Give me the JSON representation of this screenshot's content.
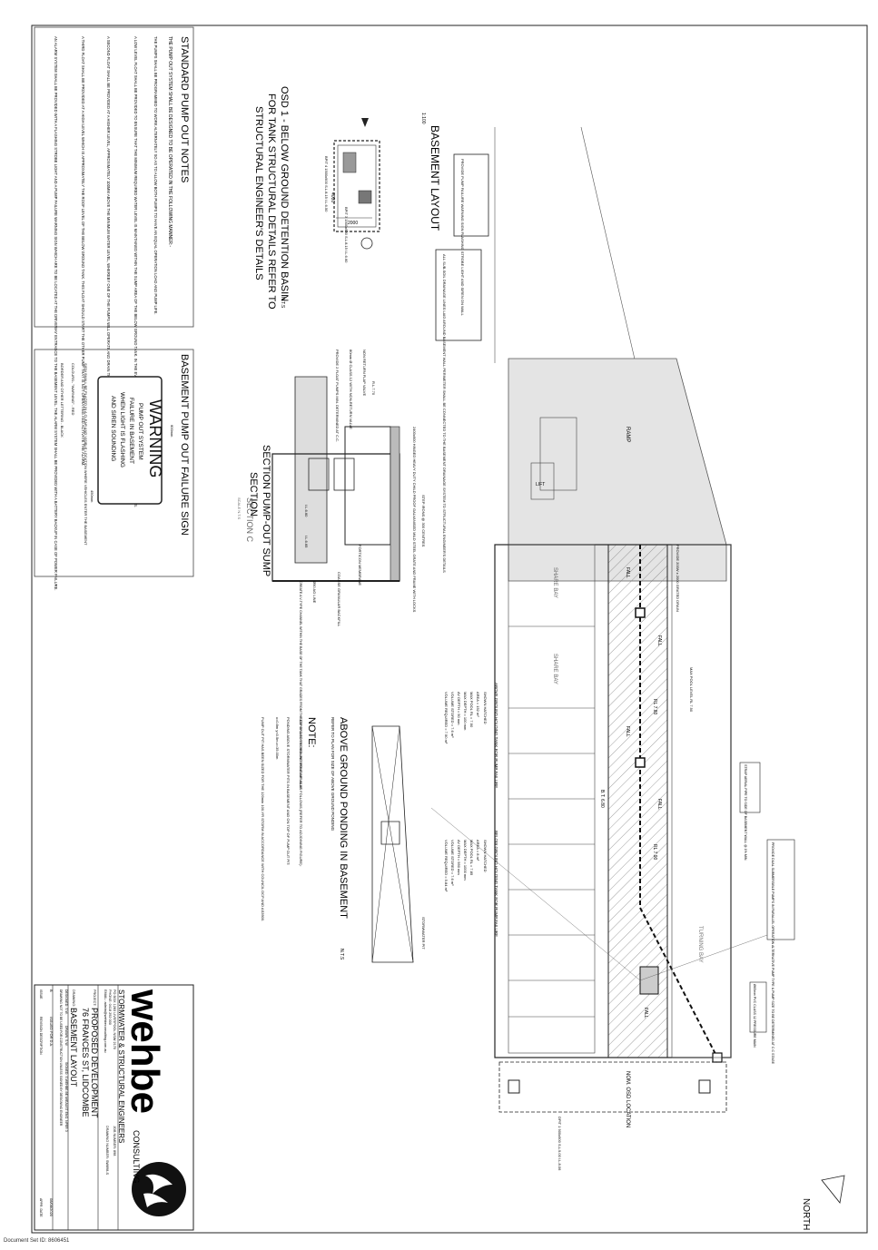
{
  "sheet": {
    "document_id": "Document Set ID: 8606451"
  },
  "notes": {
    "title": "STANDARD PUMP OUT NOTES",
    "intro": "THE PUMP OUT SYSTEM SHALL BE DESIGNED TO BE OPERATED IN THE FOLLOWING MANNER:-",
    "items": [
      "THE PUMPS SHALL BE PROGRAMMED TO WORK ALTERNATELY SO AS TO ALLOW BOTH PUMPS TO HAVE AN EQUAL OPERATION LOAD AND PUMP LIFE.",
      "A LOW LEVEL FLOAT SHALL BE PROVIDED TO ENSURE THAT THE MINIMUM REQUIRED WATER LEVEL IS MAINTAINED WITHIN THE SUMP AREA OF THE BELOW GROUND TANK. IN THE EVENT THIS FLOAT WILL FUNCTION AS AN OFF SWITCH FOR THE PUMPS.",
      "A SECOND FLOAT SHALL BE PROVIDED AT A HIGHER LEVEL, APPROXIMATELY 100MM ABOVE THE MINIMUM WATER LEVEL, WHEREBY ONE OF THE PUMPS WILL OPERATE AND DRAIN THE TANK TO THE LEVEL OF THE LOW LEVEL FLOAT.",
      "A THIRD FLOAT SHALL BE PROVIDED AT A HIGH LEVEL WHICH IS APPROXIMATELY THE ROOF LEVEL OF THE BELOW GROUND TANK. THIS FLOAT SHOULD START THE OTHER PUMP THAT IS NOT OPERATING AND ACTIVATE THE ALARM.",
      "AN ALARM SYSTEM SHALL BE PROVIDED WITH A FLASHING STROBE LIGHT AND A PUMP FAILURE WARNING SIGN WHICH ARE TO BE LOCATED AT THE DRIVEWAY ENTRANCE TO THE BASEMENT LEVEL. THE ALARM SYSTEM SHALL BE PROVIDED WITH A BATTERY BACKUP IN CASE OF POWER FAILURE."
    ]
  },
  "osd_note": {
    "line1": "OSD 1 - BELOW GROUND DETENTION BASIN",
    "line2": "FOR TANK STRUCTURAL DETAILS REFER TO",
    "line3": "STRUCTURAL ENGINEER'S DETAILS",
    "scale": "N.T.S"
  },
  "basement_layout": {
    "title": "BASEMENT LAYOUT",
    "scale": "1:100",
    "warning_note": "PROVIDE PUMP FAILURE WARNING SIGN FLASHING STROBE LIGHT AND SIREN ON WALL",
    "subsoil_note": "ALL SUB-SOIL DRAINAGE LINES LAID AROUND BASEMENT WALL PERIMETER SHALL BE CONNECTED TO THE BASEMENT DRAINAGE SYSTEM TO STRUCTURAL ENGINEER'S DETAILS",
    "grate_note": "PROVIDE 200W x 2000 GRATED DRAIN",
    "max_pool": "MAX POOL LEVEL RL 7.90",
    "strap_note": "STRAP AERIAL PIPE TO SIDE OF BASEMENT WALL @ 1% MIN.",
    "pump_note": "PROVIDE DUAL SUBMERSIBLE PUMPS IN PARALLEL OPERATION ALTERNATIVE PUMP TYPE & PUMP SIZE TO BE DETERMINED AT C.C STAGE",
    "pressure_main": "Ø65mm PVC CLASS 12 PRESSURE MAIN",
    "nom_osd": "NOM. OSD LOCATION",
    "ramp": "RAMP",
    "lift": "LIFT",
    "share_bay": "SHARE BAY",
    "turning_bay": "TURNING BAY",
    "fall": "FALL",
    "bpit_a": "BPIT 4 1500x900 S.L.8.15 I.L.6.50",
    "bpit_b": "BPIT 3 1500x900 S.L.8.15 I.L.6.60",
    "dim_a": "4000",
    "dim_b": "2000",
    "dpit": "DPIT 1 900x900 S.L.9.00 I.L.8.06",
    "rl_a": "RL 7.80",
    "rl_b": "RL 7.90",
    "bt": "B.T. 6.80"
  },
  "above_ground_tank": {
    "title": "ABOVE GROUND HOLDING TANK FOR PUMP FAILURE",
    "shown": "SHOWN HATCHED",
    "area": "AREA = 152 m²",
    "max_pool": "MAX POOL RL = 7.90",
    "max_depth": "MAX DEPTH = 100 mm",
    "av_depth": "AV DEPTH = 50 mm",
    "vol_stored": "VOLUME STORED = 7.6 m³",
    "vol_req": "VOLUME REQUIRED = 7.90 m³"
  },
  "below_ground_tank": {
    "title": "BELOW GROUND HOLDING TANK FOR PUMP FAILURE",
    "shown": "SHOWN HATCHED",
    "area": "AREA = 8 m²",
    "max_pool": "MAX POOL RL = 7.85",
    "max_depth": "MAX DEPTH = 1000 mm",
    "av_depth": "AV DEPTH = 950 mm",
    "vol_stored": "VOLUME STORED = 7.6 m³",
    "vol_req": "VOLUME REQUIRED = 5.84 m³"
  },
  "section": {
    "title": "SECTION PUMP-OUT SUMP",
    "subtitle": "SECTION",
    "tag": "SECTION C",
    "scale": "SCALE N.T.S",
    "grate": "2400x900 HINGED HEAVY DUTY CHILD PROOF GALVANISED MILD STEEL GRATE AND FRAME WITH LOCKS",
    "step_irons": "STEP IRONS @ 300 CENTRES",
    "non_return": "NON RETURN FLAP VALVE",
    "pump_class": "80mm Ø CLASS 12 WITH NON-RETURN VALVE",
    "pumps": "PROVIDE 2 FLOAT PUMPS MIN. DETERMINED AT C.C.",
    "forticon": "FORTICON MEMBRANE",
    "coarse": "COARSE GRANULAR BACKFILL",
    "ag_line": "Ø90 AG LINE",
    "vtype": "CREATE A V-TYPE CHANNEL WITHIN THE BASE OF THE TANK THAT GRADES FROM THE TOP END TO THE NON RETURN FLAP VALVE",
    "rl_top": "R.L.7.70",
    "il": "I.L.6.60",
    "il_low": "I.L.6.65"
  },
  "sign": {
    "title": "BASEMENT PUMP OUT FAILURE SIGN",
    "warning": "WARNING",
    "line1": "PUMP OUT SYSTEM",
    "line2": "FAILURE IN BASEMENT",
    "line3": "WHEN LIGHT IS FLASHING",
    "line4": "AND SIREN SOUNDING",
    "width": "600mm",
    "height": "450mm",
    "note1": "SIGN SHALL BE PLACED IN A CLEAR AND VISIBLE LOCATION WHERE VEHICLES ENTER THE BASEMENT",
    "note2": "COLOURS:- \"WARNING\" - RED",
    "note3": "BORDER AND OTHER LETTERING - BLACK"
  },
  "ponding": {
    "title": "ABOVE GROUND PONDING IN BASEMENT",
    "scale": "N.T.S",
    "sub": "REFER TO PLAN FOR SIZE OF ABOVE GROUND PONDING",
    "stormwater_pit": "STORMWATER PIT",
    "note_title": "NOTE:",
    "note1": "SIZE OF ABOVE GROUND PONDING IS AS FOLLOWS (REFER TO ADJOINING FIGURE):",
    "note2": "PONDING ABOVE STORMWATER PITS IN BASEMENT AND ON TOP OF PUMP OUT PIT:",
    "note3": "x=0.8m  y=0.5m  z=35.00m",
    "note4": "PUMP OUT PIT HAS BEEN SIZED FOR THE 120min 100-YR STORM IN ACCORDANCE WITH COUNCIL DCP AND AS3500."
  },
  "title_block": {
    "company": "wehbe",
    "consulting": "CONSULTING",
    "tagline": "STORMWATER & STRUCTURAL ENGINEERS",
    "address": "PO BOX 1283 LIVERPOOL NSW 2170",
    "phone": "PHONE: 0418 292 000",
    "email": "EMAIL: admin@wehbeconsulting.com.au",
    "project_label": "PROJECT:",
    "project": "PROPOSED DEVELOPMENT",
    "address2": "76 FRANCES ST, LIDCOMBE",
    "drawing_label": "DRAWING:",
    "drawing": "BASEMENT LAYOUT",
    "job_no": "JOB NUMBER: 898",
    "drawing_no": "DRAWING NUMBER: SW898-S",
    "designed": "DESIGNED: S.W.",
    "drawn": "DRAWN: S.W.",
    "signed": "SIGNED: S.WEHBE BE MIEAUST ENG. NPER 3",
    "not_for": "DRAWING NOT TO BE USED FOR CONSTRUCTION UNLESS SIGNED BY DESIGNING ENGINEER",
    "issue": "B",
    "issue_desc": "ISSUED FOR D.A.",
    "date": "08/08/2020",
    "issue_label": "ISSUE",
    "revision_label": "REVISION DESCRIPTION",
    "date_label": "APPR. DATE"
  },
  "north": {
    "label": "NORTH"
  }
}
